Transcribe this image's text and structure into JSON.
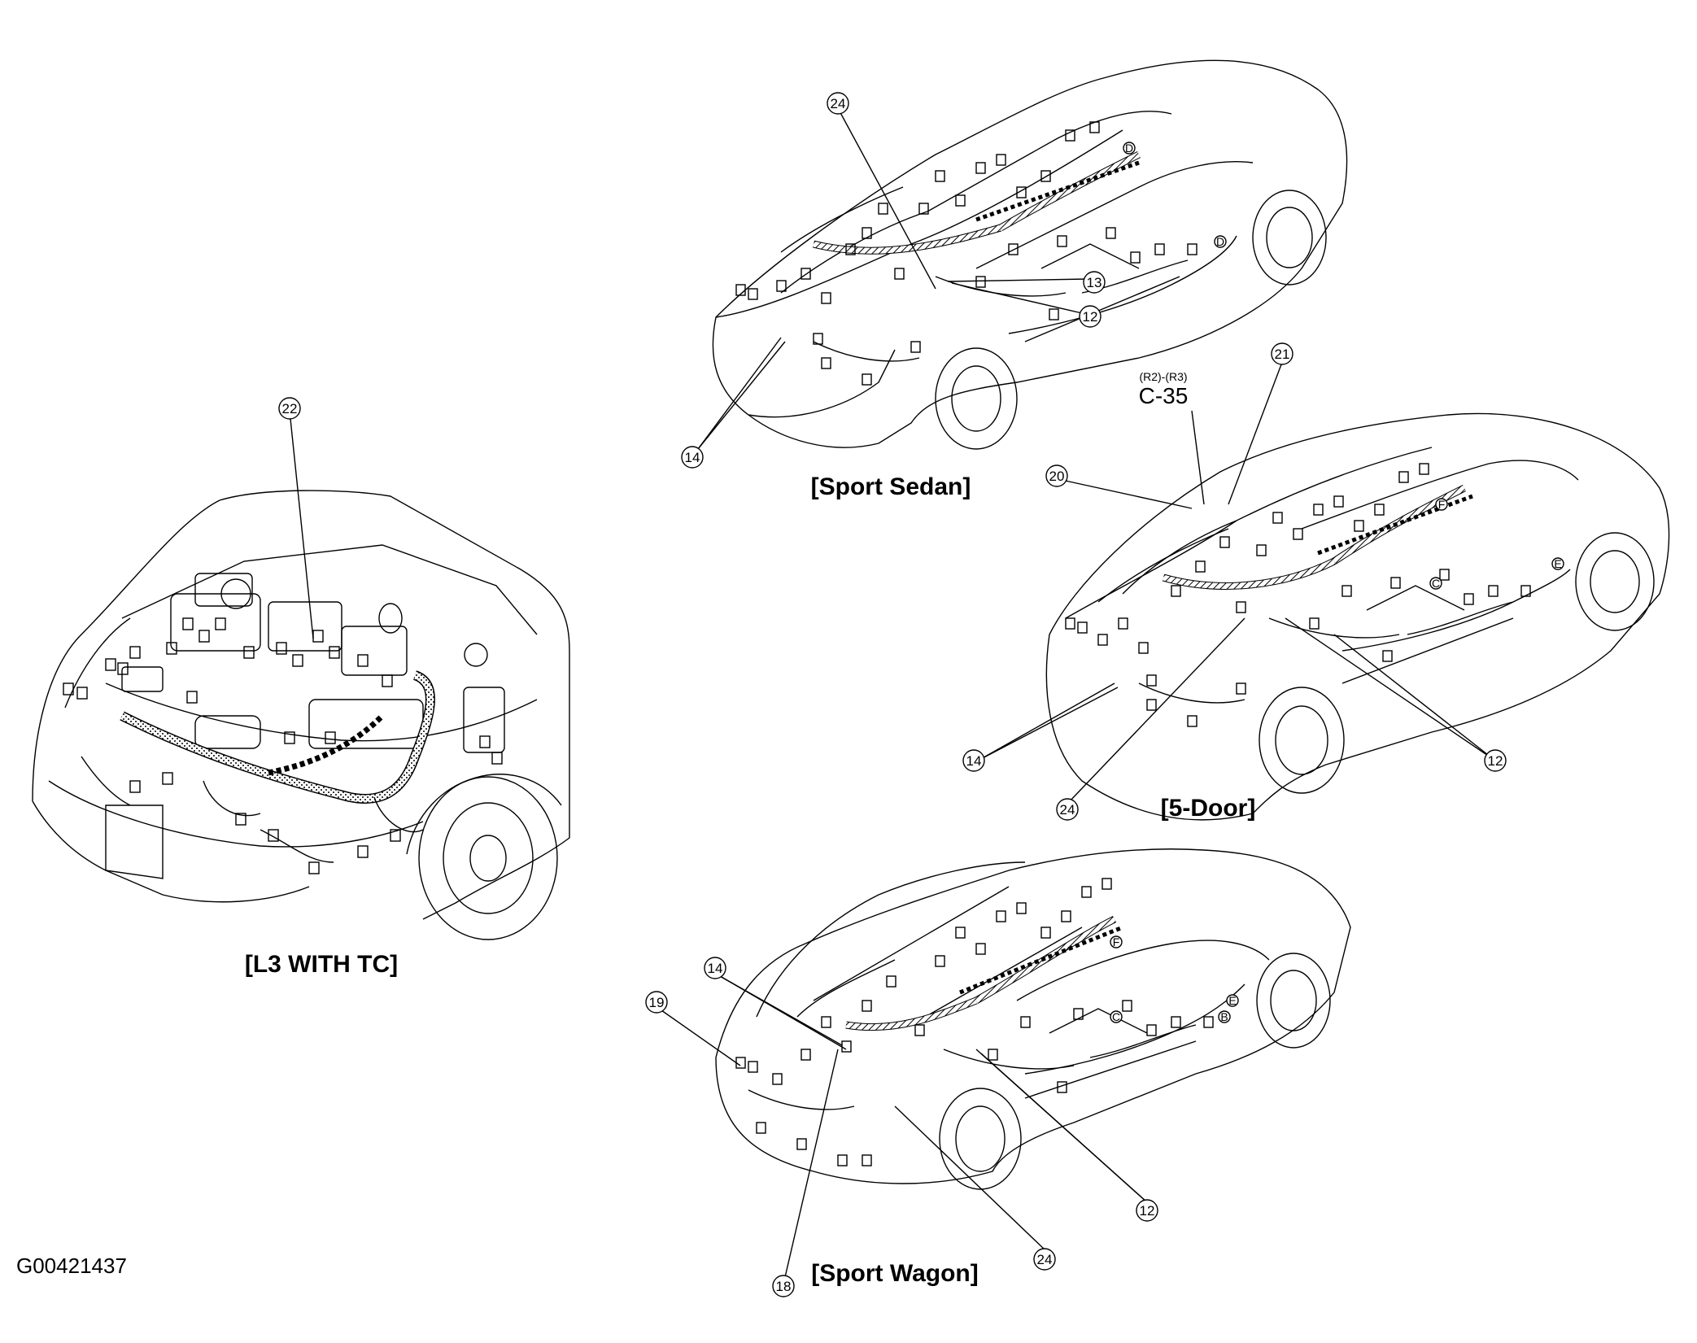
{
  "figure_id": "G00421437",
  "views": [
    {
      "key": "l3",
      "title": "[L3 WITH TC]",
      "callouts": [
        "22"
      ]
    },
    {
      "key": "sedan",
      "title": "[Sport Sedan]",
      "callouts": [
        "24",
        "13",
        "12",
        "14"
      ]
    },
    {
      "key": "fivedoor",
      "title": "[5-Door]",
      "callouts": [
        "20",
        "21",
        "14",
        "24",
        "12"
      ]
    },
    {
      "key": "wagon",
      "title": "[Sport Wagon]",
      "callouts": [
        "14",
        "19",
        "18",
        "24",
        "12"
      ]
    }
  ],
  "connector_label": {
    "variants": "(R2)-(R3)",
    "code": "C-35"
  },
  "letter_markers": [
    "D",
    "D",
    "F",
    "C",
    "E",
    "F",
    "C",
    "E",
    "B"
  ]
}
